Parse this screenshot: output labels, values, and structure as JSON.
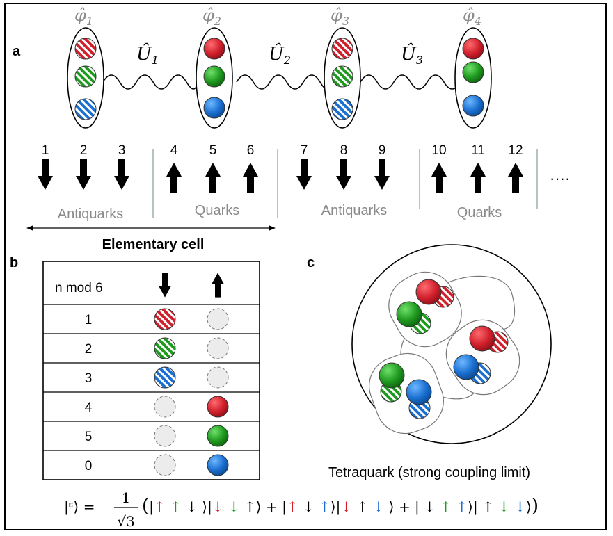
{
  "panel_a": {
    "letter": "a",
    "operators": [
      {
        "name": "φ̂",
        "index": "1"
      },
      {
        "name": "φ̂",
        "index": "2"
      },
      {
        "name": "φ̂",
        "index": "3"
      },
      {
        "name": "φ̂",
        "index": "4"
      }
    ],
    "links": [
      {
        "name": "Û",
        "index": "1"
      },
      {
        "name": "Û",
        "index": "2"
      },
      {
        "name": "Û",
        "index": "3"
      }
    ],
    "sites": [
      "1",
      "2",
      "3",
      "4",
      "5",
      "6",
      "7",
      "8",
      "9",
      "10",
      "11",
      "12"
    ],
    "site_directions": [
      "down",
      "down",
      "down",
      "up",
      "up",
      "up",
      "down",
      "down",
      "down",
      "up",
      "up",
      "up"
    ],
    "group_labels": [
      "Antiquarks",
      "Quarks",
      "Antiquarks",
      "Quarks"
    ],
    "ellipsis": "····",
    "elementary_cell_label": "Elementary cell"
  },
  "panel_b": {
    "letter": "b",
    "header": "n mod 6",
    "rows": [
      "1",
      "2",
      "3",
      "4",
      "5",
      "0"
    ]
  },
  "panel_c": {
    "letter": "c",
    "caption": "Tetraquark (strong coupling limit)"
  },
  "equation": {
    "lhs": "|ᵋ⟩ =",
    "numerator": "1",
    "denominator": "√3"
  },
  "colors": {
    "red": "#d0202c",
    "green": "#1f9a1f",
    "blue": "#1a6fd0",
    "grey": "#8a8a8a"
  }
}
